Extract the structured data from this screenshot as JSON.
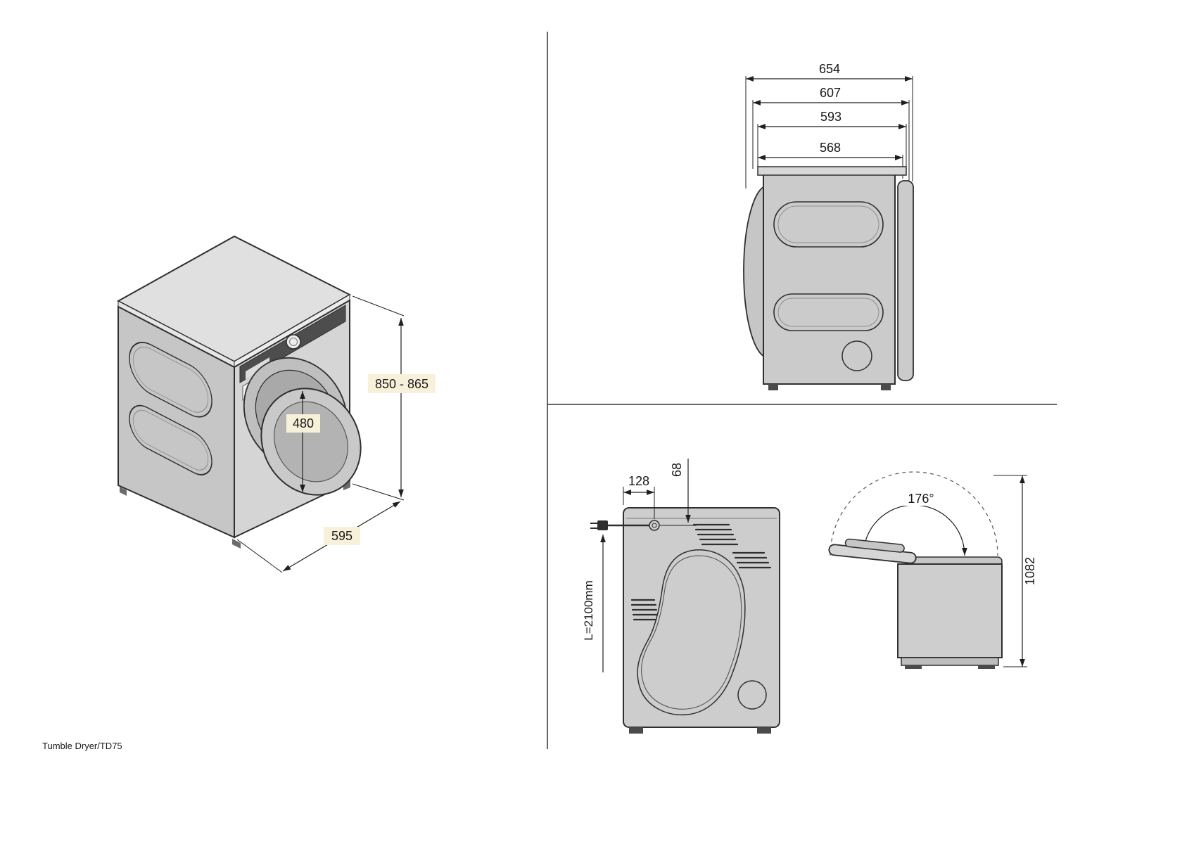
{
  "footer": {
    "label": "Tumble Dryer/TD75"
  },
  "colors": {
    "line": "#2f2f2f",
    "dim_line": "#1f1f1f",
    "body_light": "#e0e0e0",
    "body_mid": "#d5d5d5",
    "body_dark": "#c6c6c6",
    "panel_dark": "#4d4d4d",
    "label_highlight": "#f7f1da",
    "background": "#ffffff"
  },
  "isometric_view": {
    "height": "850 - 865",
    "door_diameter": "480",
    "width": "595"
  },
  "side_view": {
    "depth_total": "654",
    "depth_with_door": "607",
    "depth_with_lid": "593",
    "depth_body": "568"
  },
  "rear_view": {
    "cord_offset_x": "128",
    "cord_offset_y": "68",
    "cable_length": "L=2100mm"
  },
  "lid_open_view": {
    "opening_angle": "176°",
    "open_height": "1082"
  }
}
